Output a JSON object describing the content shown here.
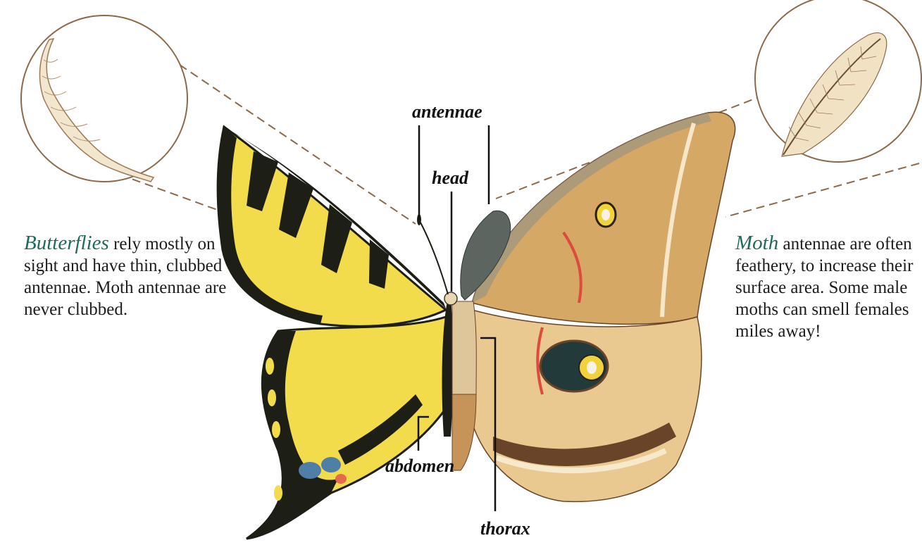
{
  "caption_left": {
    "highlight": "Butterflies",
    "text": " rely mostly on sight and have thin, clubbed antennae. Moth antennae are never clubbed."
  },
  "caption_right": {
    "highlight": "Moth",
    "text": " antennae are often feathery, to increase their surface area. Some male moths can smell females miles away!"
  },
  "labels": {
    "antennae": "antennae",
    "head": "head",
    "abdomen": "abdomen",
    "thorax": "thorax"
  },
  "colors": {
    "butterfly_yellow": "#f3dc4c",
    "butterfly_black": "#1d1f16",
    "butterfly_blue": "#4f7fa6",
    "moth_tan": "#d6a865",
    "moth_light": "#e9c990",
    "moth_brown": "#6a4429",
    "moth_pink": "#dd4b3f",
    "magnifier_line": "#8b6a4a",
    "caption_accent": "#1e6a5c"
  }
}
